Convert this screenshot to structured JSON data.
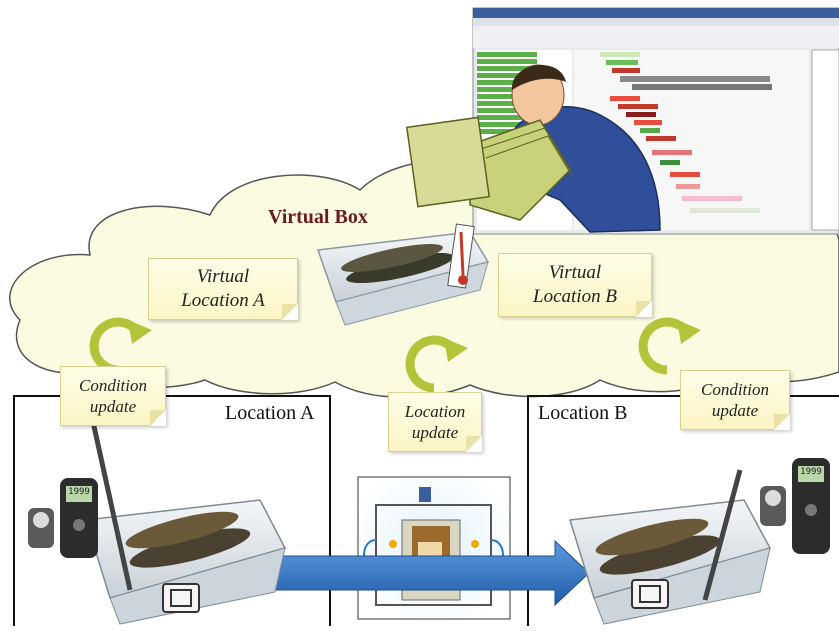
{
  "virtual_box_title": "Virtual Box",
  "virtual_location_a": {
    "line1": "Virtual",
    "line2": "Location A"
  },
  "virtual_location_b": {
    "line1": "Virtual",
    "line2": "Location B"
  },
  "condition_update_left": {
    "line1": "Condition",
    "line2": "update"
  },
  "condition_update_right": {
    "line1": "Condition",
    "line2": "update"
  },
  "location_update": {
    "line1": "Location",
    "line2": "update"
  },
  "location_a_label": "Location A",
  "location_b_label": "Location B",
  "meter_display": "1999",
  "colors": {
    "cloud": "#fbfbe2",
    "cycle": "#b4c43a",
    "arrow": "#2e74c5",
    "person_shirt": "#2f4f9a",
    "crate": "#dfe6ec"
  }
}
